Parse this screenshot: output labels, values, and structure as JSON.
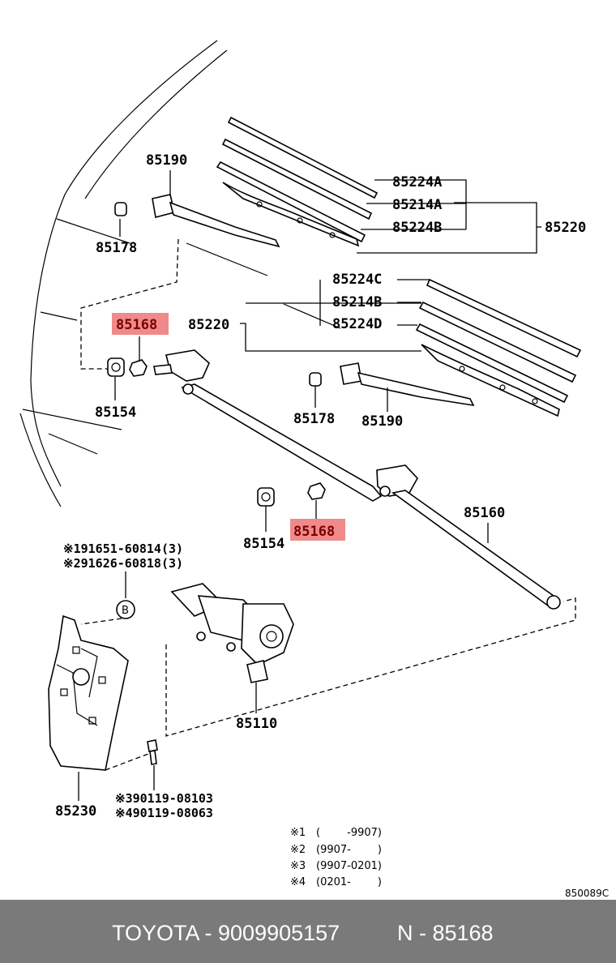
{
  "labels": {
    "p85190_top": "85190",
    "p85224a": "85224A",
    "p85214a": "85214A",
    "p85224b": "85224B",
    "p85220_right": "85220",
    "p85178_top": "85178",
    "p85168_top": "85168",
    "p85220_mid": "85220",
    "p85224c": "85224C",
    "p85214b": "85214B",
    "p85224d": "85224D",
    "p85154_top": "85154",
    "p85178_mid": "85178",
    "p85190_mid": "85190",
    "p85160": "85160",
    "p85154_bot": "85154",
    "p85168_bot": "85168",
    "p85110": "85110",
    "p85230": "85230",
    "circle_b": "B"
  },
  "bolts_top": {
    "line1": "※191651-60814(3)",
    "line2": "※291626-60818(3)"
  },
  "bolts_bottom": {
    "line1": "※390119-08103",
    "line2": "※490119-08063"
  },
  "legend": [
    {
      "mark": "※1",
      "range": "(        -9907)"
    },
    {
      "mark": "※2",
      "range": "(9907-        )"
    },
    {
      "mark": "※3",
      "range": "(9907-0201)"
    },
    {
      "mark": "※4",
      "range": "(0201-        )"
    }
  ],
  "diagram_code": "850089C",
  "footer": {
    "brand_part": "TOYOTA - 9009905157",
    "ref": "N - 85168"
  },
  "colors": {
    "highlight": "#f08a8a",
    "footer_bg": "#7a7a7a",
    "footer_text": "#ffffff"
  }
}
